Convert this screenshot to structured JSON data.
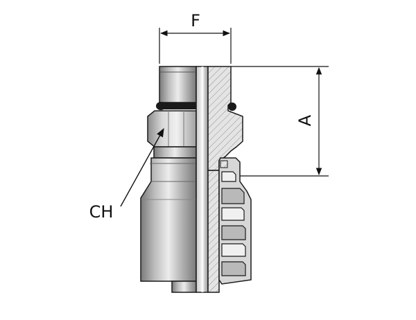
{
  "diagram": {
    "labels": {
      "width_label": "F",
      "height_label": "A",
      "hex_label": "CH"
    },
    "colors": {
      "line": "#1a1a1a",
      "metal_dark": "#6f6f6f",
      "metal_mid": "#a9a9a9",
      "metal_light": "#e2e2e2",
      "section_fill": "#d9d9d9",
      "hatch": "#8a8a8a",
      "oring": "#1a1a1a"
    }
  }
}
